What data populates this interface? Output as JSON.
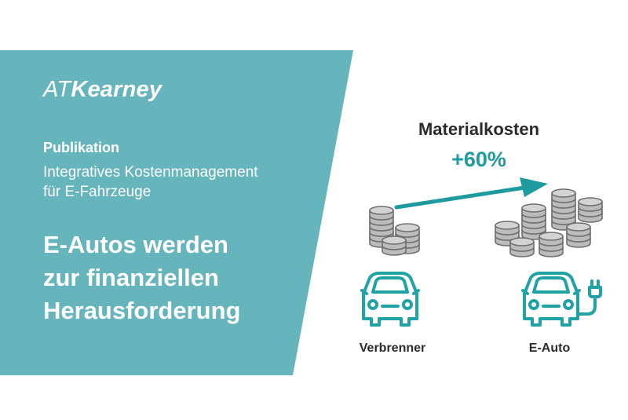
{
  "colors": {
    "panel": "#66b5bd",
    "accent": "#1f9ba0",
    "coin_fill": "#bcbcbc",
    "coin_stroke": "#6f6f6f",
    "car_stroke": "#21a3a6",
    "text_dark": "#2b2b2b"
  },
  "left_panel": {
    "logo_prefix": "AT",
    "logo_brand": "Kearney",
    "publication_label": "Publikation",
    "publication_title_line1": "Integratives Kostenmanagement",
    "publication_title_line2": "für E-Fahrzeuge",
    "headline_line1": "E-Autos werden",
    "headline_line2": "zur finanziellen",
    "headline_line3": "Herausforderung"
  },
  "infographic": {
    "metric_label": "Materialkosten",
    "metric_change": "+60%",
    "left_car_label": "Verbrenner",
    "right_car_label": "E-Auto",
    "icons": [
      "coin-stack-icon",
      "trend-arrow-icon",
      "car-icon",
      "charging-plug-icon"
    ]
  }
}
